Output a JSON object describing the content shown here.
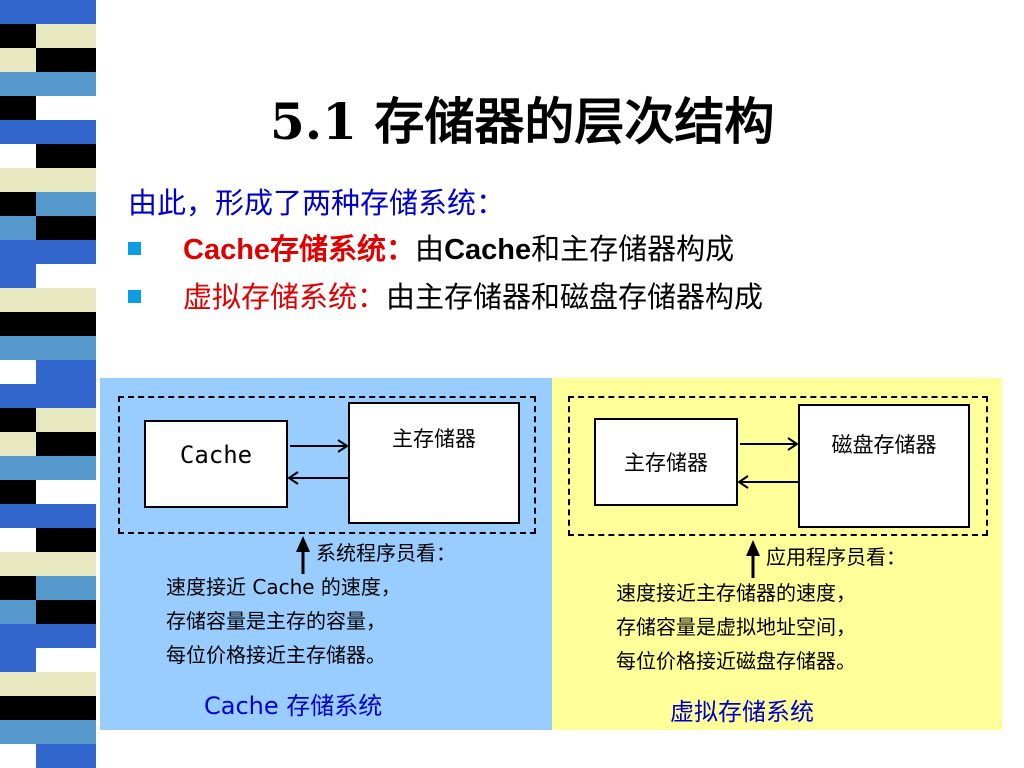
{
  "title": "5.1 存储器的层次结构",
  "intro": "由此，形成了两种存储系统：",
  "bullets": [
    {
      "term": "Cache存储系统：",
      "desc_prefix": "由",
      "desc_latin": "Cache",
      "desc_suffix": "和主存储器构成"
    },
    {
      "term": "虚拟存储系统：",
      "desc": "由主存储器和磁盘存储器构成"
    }
  ],
  "cache_panel": {
    "box_left": "Cache",
    "box_right": "主存储器",
    "viewer": "系统程序员看：",
    "lines": [
      "速度接近 Cache 的速度，",
      "存储容量是主存的容量，",
      "每位价格接近主存储器。"
    ],
    "caption": "Cache 存储系统"
  },
  "virtual_panel": {
    "box_left": "主存储器",
    "box_right": "磁盘存储器",
    "viewer": "应用程序员看：",
    "lines": [
      "速度接近主存储器的速度，",
      "存储容量是虚拟地址空间，",
      "每位价格接近磁盘存储器。"
    ],
    "caption": "虚拟存储系统"
  },
  "colors": {
    "sidebar_stripes": [
      "#3366cc",
      "#e8e8c0",
      "#000000",
      "#5599cc",
      "#ffffff",
      "#3366cc",
      "#000000",
      "#e8e8c0",
      "#5599cc",
      "#000000",
      "#3366cc",
      "#ffffff",
      "#e8e8c0",
      "#000000",
      "#5599cc",
      "#3366cc"
    ],
    "cache_panel_bg": "#99ccff",
    "virtual_panel_bg": "#ffff99",
    "intro": "#0000cc",
    "term": "#e00000",
    "bullet": "#0d9ce0"
  }
}
